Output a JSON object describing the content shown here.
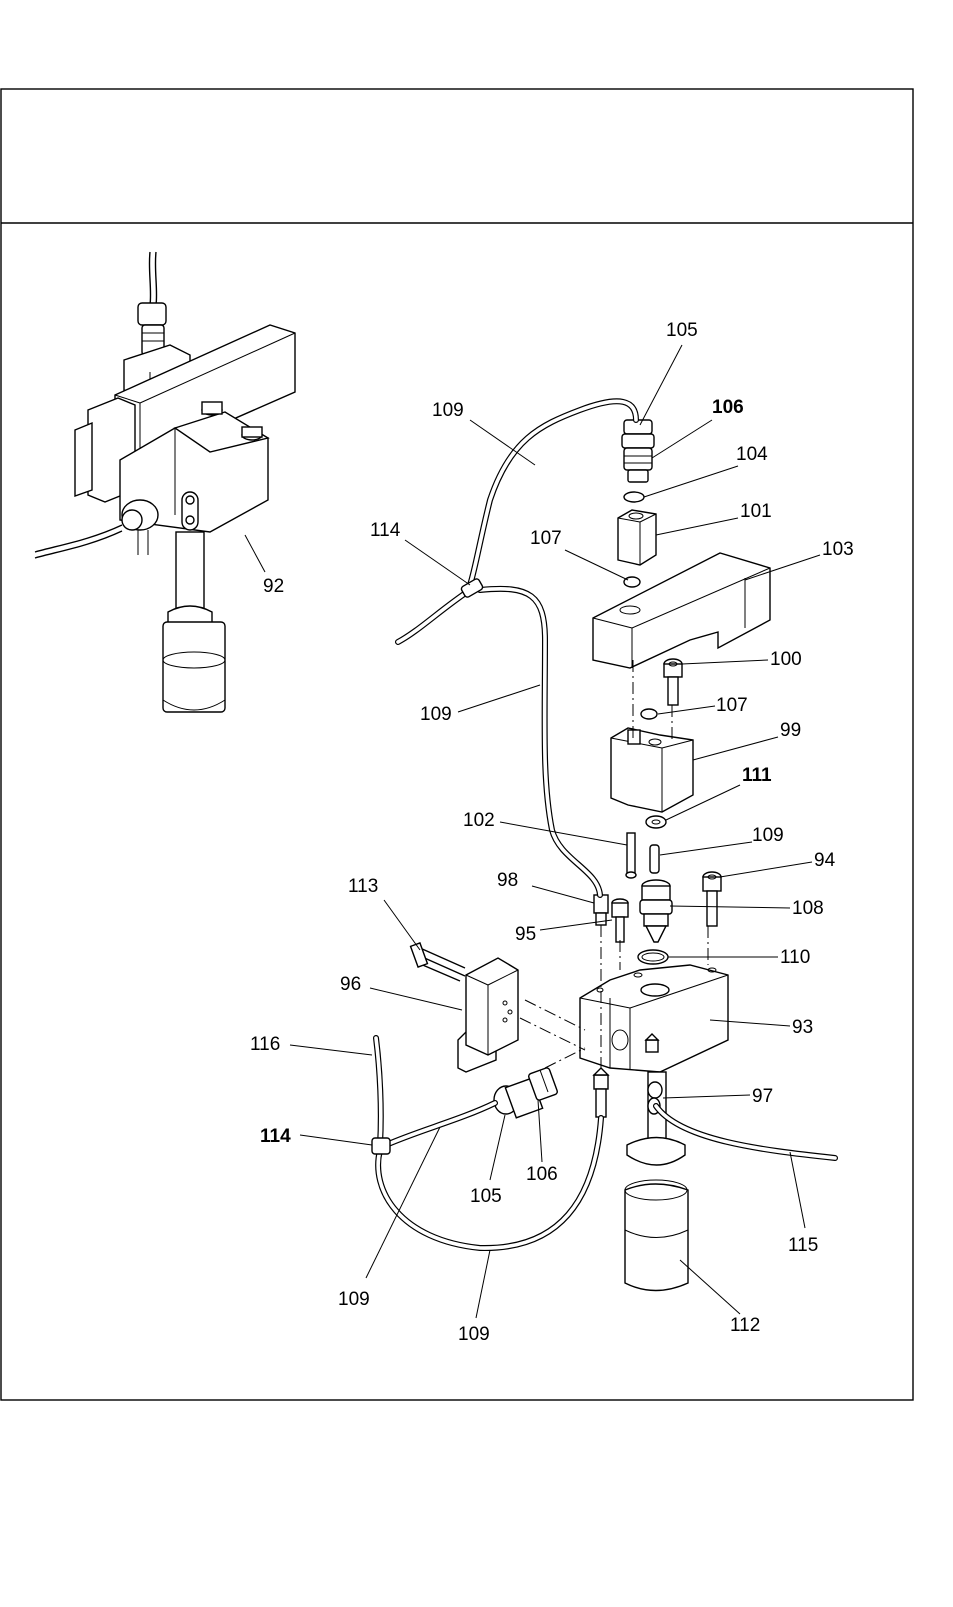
{
  "diagram": {
    "callouts": {
      "c92": "92",
      "c105_top": "105",
      "c106_top": "106",
      "c104": "104",
      "c101": "101",
      "c109_top": "109",
      "c114_top": "114",
      "c107_top": "107",
      "c103": "103",
      "c100": "100",
      "c109_mid": "109",
      "c107_mid": "107",
      "c99": "99",
      "c111": "111",
      "c102": "102",
      "c109_pin": "109",
      "c94": "94",
      "c113": "113",
      "c98": "98",
      "c108": "108",
      "c95": "95",
      "c110": "110",
      "c96": "96",
      "c93": "93",
      "c116": "116",
      "c97": "97",
      "c114_bot": "114",
      "c105_bot": "105",
      "c106_bot": "106",
      "c115": "115",
      "c109_bl": "109",
      "c109_bm": "109",
      "c112": "112"
    }
  }
}
